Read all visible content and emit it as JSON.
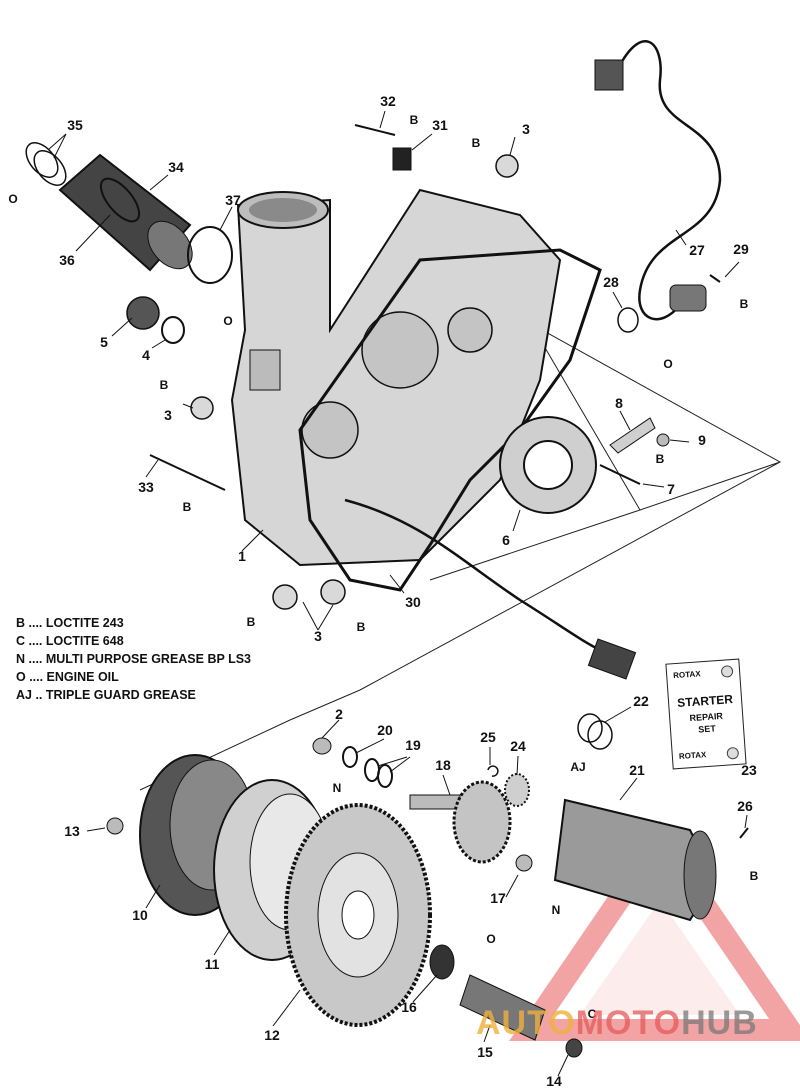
{
  "callouts": [
    "1",
    "2",
    "3",
    "4",
    "5",
    "6",
    "7",
    "8",
    "9",
    "10",
    "11",
    "12",
    "13",
    "14",
    "15",
    "16",
    "17",
    "18",
    "19",
    "20",
    "21",
    "22",
    "23",
    "24",
    "25",
    "26",
    "27",
    "28",
    "29",
    "30",
    "31",
    "32",
    "33",
    "34",
    "35",
    "36",
    "37"
  ],
  "symbols": {
    "b": "B",
    "o": "O",
    "n": "N",
    "c": "C",
    "aj": "AJ"
  },
  "legend": [
    "B .... LOCTITE 243",
    "C .... LOCTITE 648",
    "N .... MULTI PURPOSE GREASE BP LS3",
    "O .... ENGINE OIL",
    "AJ .. TRIPLE GUARD GREASE"
  ],
  "kit": {
    "brand": "ROTAX",
    "line1": "STARTER",
    "line2": "REPAIR",
    "line3": "SET"
  },
  "watermark": {
    "part1": "AUTO",
    "part2": "MOTO",
    "part3": "HUB"
  },
  "colors": {
    "ink": "#111111",
    "watermark_red": "#e85a5a",
    "watermark_orange": "#f0af3c",
    "part_fill": "#d9d9d9"
  }
}
